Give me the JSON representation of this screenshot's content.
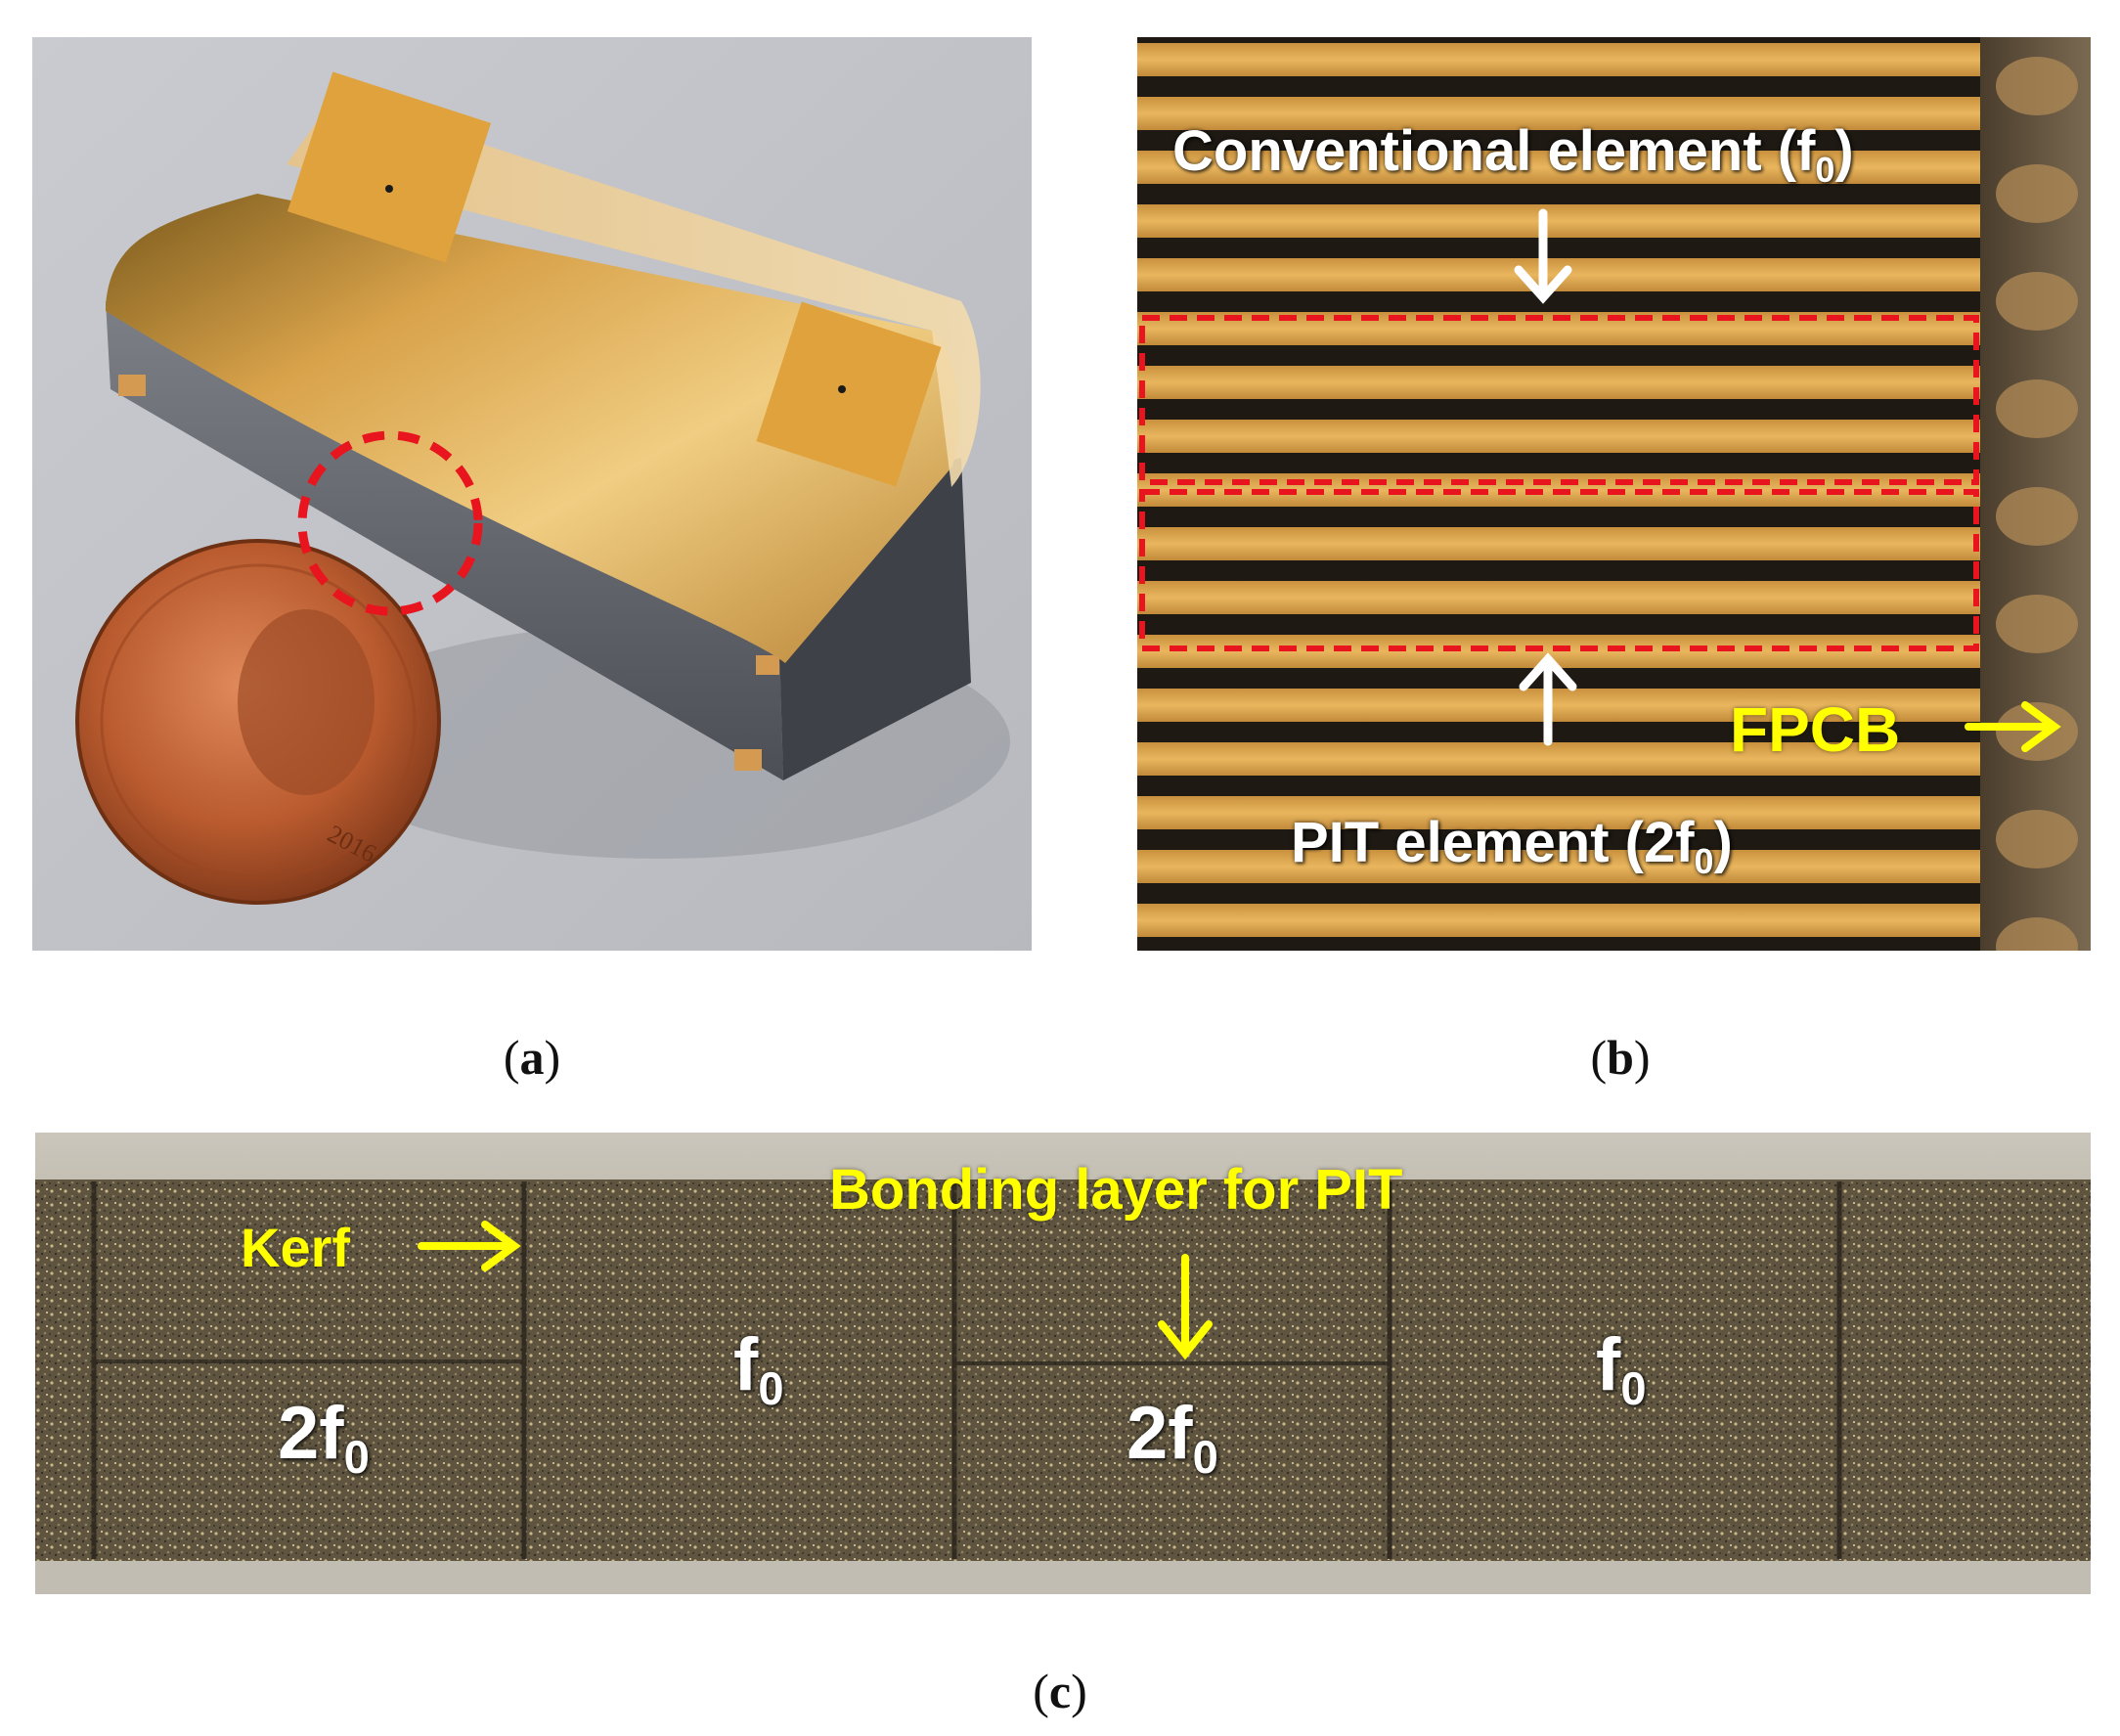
{
  "panels": {
    "a": {
      "caption": "a"
    },
    "b": {
      "caption": "b",
      "labels": {
        "conventional_main": "Conventional element (f",
        "conventional_sub": "0",
        "conventional_close": ")",
        "pit_main": "PIT element (2f",
        "pit_sub": "0",
        "pit_close": ")",
        "fpcb": "FPCB"
      }
    },
    "c": {
      "caption": "c",
      "labels": {
        "kerf": "Kerf",
        "bonding": "Bonding layer for PIT",
        "elements": [
          {
            "main": "2f",
            "sub": "0"
          },
          {
            "main": "f",
            "sub": "0"
          },
          {
            "main": "2f",
            "sub": "0"
          },
          {
            "main": "f",
            "sub": "0"
          }
        ]
      }
    }
  },
  "colors": {
    "highlight_red": "#e8141e",
    "label_yellow": "#ffff00",
    "label_white": "#ffffff",
    "gold": "#d8a24a"
  },
  "coin_text": "2016"
}
